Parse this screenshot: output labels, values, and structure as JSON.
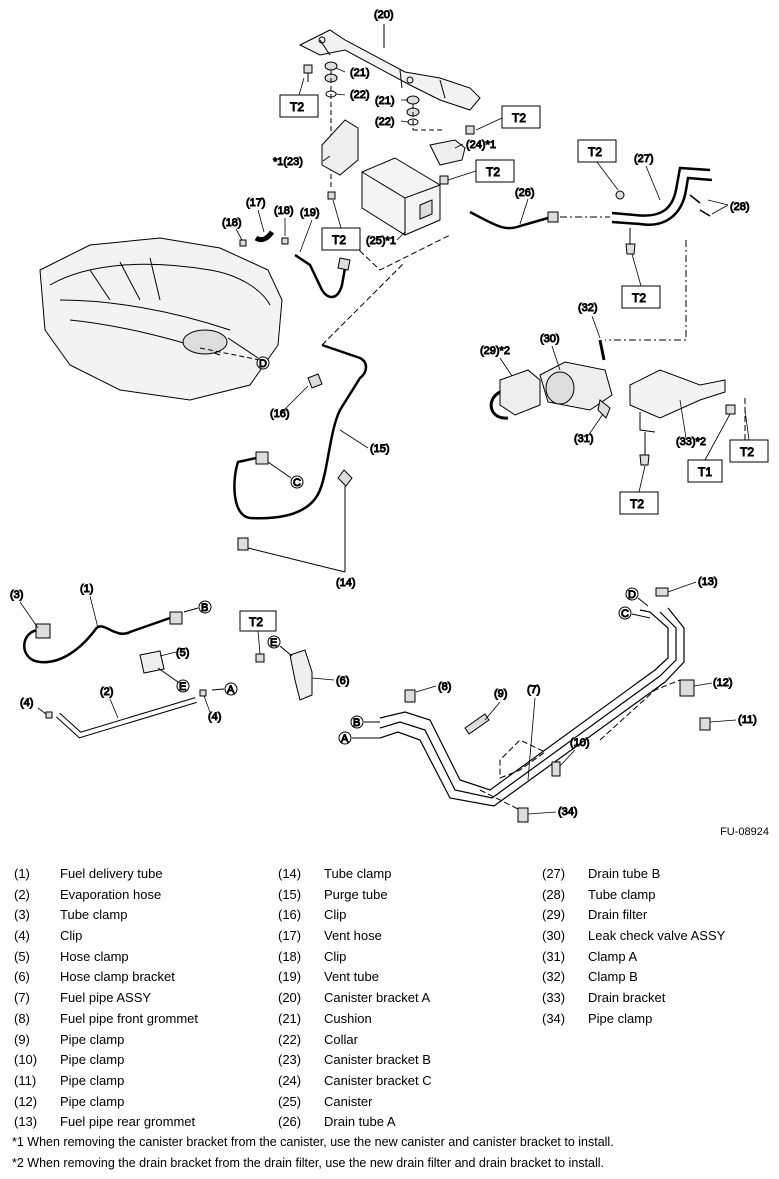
{
  "figure_code": "FU-08924",
  "callouts": {
    "c1": "(1)",
    "c2": "(2)",
    "c3": "(3)",
    "c4a": "(4)",
    "c4b": "(4)",
    "c5": "(5)",
    "c6": "(6)",
    "c7": "(7)",
    "c8": "(8)",
    "c9": "(9)",
    "c10": "(10)",
    "c11": "(11)",
    "c12": "(12)",
    "c13": "(13)",
    "c14": "(14)",
    "c15": "(15)",
    "c16": "(16)",
    "c17": "(17)",
    "c18a": "(18)",
    "c18b": "(18)",
    "c19": "(19)",
    "c20": "(20)",
    "c21a": "(21)",
    "c21b": "(21)",
    "c22a": "(22)",
    "c22b": "(22)",
    "c23": "*1(23)",
    "c24": "(24)*1",
    "c25": "(25)*1",
    "c26": "(26)",
    "c27": "(27)",
    "c28": "(28)",
    "c29": "(29)*2",
    "c30": "(30)",
    "c31": "(31)",
    "c32": "(32)",
    "c33": "(33)*2",
    "c34": "(34)"
  },
  "torque_label": "T2",
  "torque_label_t1": "T1",
  "connectors": {
    "A": "A",
    "B": "B",
    "C": "C",
    "D": "D",
    "E": "E"
  },
  "legend": {
    "col1": [
      {
        "num": "(1)",
        "name": "Fuel delivery tube"
      },
      {
        "num": "(2)",
        "name": "Evaporation hose"
      },
      {
        "num": "(3)",
        "name": "Tube clamp"
      },
      {
        "num": "(4)",
        "name": "Clip"
      },
      {
        "num": "(5)",
        "name": "Hose clamp"
      },
      {
        "num": "(6)",
        "name": "Hose clamp bracket"
      },
      {
        "num": "(7)",
        "name": "Fuel pipe ASSY"
      },
      {
        "num": "(8)",
        "name": "Fuel pipe front grommet"
      },
      {
        "num": "(9)",
        "name": "Pipe clamp"
      },
      {
        "num": "(10)",
        "name": "Pipe clamp"
      },
      {
        "num": "(11)",
        "name": "Pipe clamp"
      },
      {
        "num": "(12)",
        "name": "Pipe clamp"
      },
      {
        "num": "(13)",
        "name": "Fuel pipe rear grommet"
      }
    ],
    "col2": [
      {
        "num": "(14)",
        "name": "Tube clamp"
      },
      {
        "num": "(15)",
        "name": "Purge tube"
      },
      {
        "num": "(16)",
        "name": "Clip"
      },
      {
        "num": "(17)",
        "name": "Vent hose"
      },
      {
        "num": "(18)",
        "name": "Clip"
      },
      {
        "num": "(19)",
        "name": "Vent tube"
      },
      {
        "num": "(20)",
        "name": "Canister bracket A"
      },
      {
        "num": "(21)",
        "name": "Cushion"
      },
      {
        "num": "(22)",
        "name": "Collar"
      },
      {
        "num": "(23)",
        "name": "Canister bracket B"
      },
      {
        "num": "(24)",
        "name": "Canister bracket C"
      },
      {
        "num": "(25)",
        "name": "Canister"
      },
      {
        "num": "(26)",
        "name": "Drain tube A"
      }
    ],
    "col3": [
      {
        "num": "(27)",
        "name": "Drain tube B"
      },
      {
        "num": "(28)",
        "name": "Tube clamp"
      },
      {
        "num": "(29)",
        "name": "Drain filter"
      },
      {
        "num": "(30)",
        "name": "Leak check valve ASSY"
      },
      {
        "num": "(31)",
        "name": "Clamp A"
      },
      {
        "num": "(32)",
        "name": "Clamp B"
      },
      {
        "num": "(33)",
        "name": "Drain bracket"
      },
      {
        "num": "(34)",
        "name": "Pipe clamp"
      }
    ]
  },
  "footnotes": {
    "n1": "*1 When removing the canister bracket from the canister, use the new canister and canister bracket to install.",
    "n2": "*2 When removing the drain bracket from the drain filter, use the new drain filter and drain bracket to install."
  }
}
